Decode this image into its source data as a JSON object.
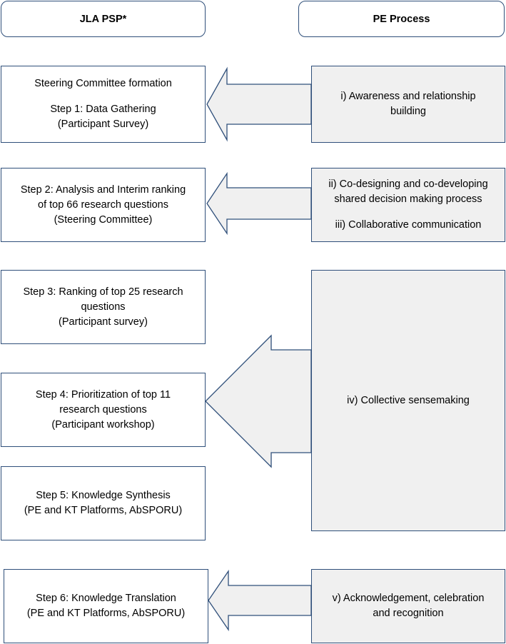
{
  "headers": {
    "left": "JLA PSP*",
    "right": "PE Process"
  },
  "left_boxes": [
    {
      "lines": [
        "Steering Committee formation",
        "",
        "Step 1: Data Gathering",
        "(Participant Survey)"
      ]
    },
    {
      "lines": [
        "Step 2: Analysis and Interim ranking",
        "of top 66 research questions",
        "(Steering Committee)"
      ]
    },
    {
      "lines": [
        "Step 3: Ranking of top 25 research",
        "questions",
        "(Participant survey)"
      ]
    },
    {
      "lines": [
        "Step 4: Prioritization of top 11",
        "research questions",
        "(Participant workshop)"
      ]
    },
    {
      "lines": [
        "Step 5: Knowledge Synthesis",
        "(PE and KT Platforms, AbSPORU)"
      ]
    },
    {
      "lines": [
        "Step 6: Knowledge Translation",
        "(PE and KT Platforms, AbSPORU)"
      ]
    }
  ],
  "right_boxes": [
    {
      "lines": [
        "i) Awareness and relationship",
        "building"
      ]
    },
    {
      "lines": [
        "ii) Co-designing and co-developing",
        "shared decision making process",
        "",
        "iii) Collaborative communication"
      ]
    },
    {
      "lines": [
        "iv) Collective sensemaking"
      ]
    },
    {
      "lines": [
        "v) Acknowledgement, celebration",
        "and recognition"
      ]
    }
  ],
  "colors": {
    "border": "#2f4f7a",
    "grey_fill": "#f0f0f0"
  }
}
